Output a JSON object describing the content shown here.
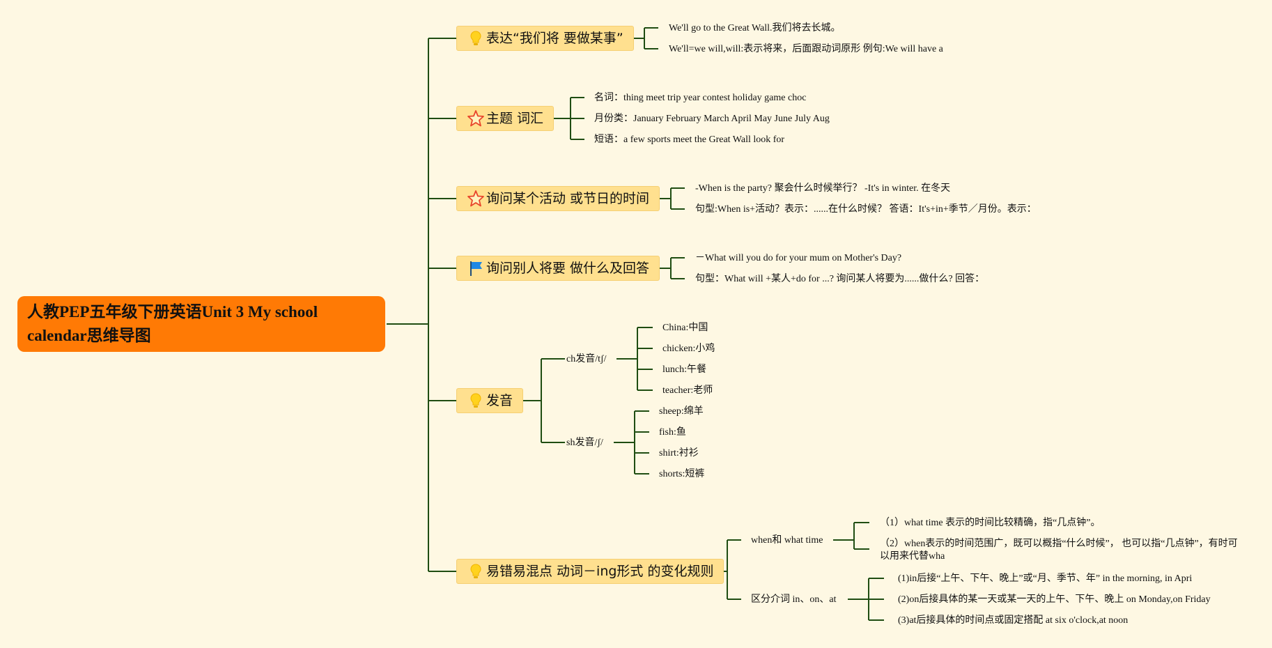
{
  "root": {
    "title": "人教PEP五年级下册英语Unit 3 My school calendar思维导图"
  },
  "colors": {
    "background": "#fef8e3",
    "root_fill": "#ff7a05",
    "topic_fill": "#ffe08f",
    "line": "#1f4d12"
  },
  "topics": [
    {
      "icon": "lightbulb-icon",
      "label": "表达“我们将 要做某事”",
      "leaves": [
        "We'll go to the Great Wall.我们将去长城。",
        "We'll=we will,will:表示将来，后面跟动词原形 例句:We will have a"
      ]
    },
    {
      "icon": "star-icon",
      "label": "主题 词汇",
      "leaves": [
        "名词：thing meet trip year contest holiday game choc",
        "月份类：January February March April May June July Aug",
        "短语：a few sports meet the Great Wall look for"
      ]
    },
    {
      "icon": "star-icon",
      "label": "询问某个活动 或节日的时间",
      "leaves": [
        "-When is the party? 聚会什么时候举行？ -It's in winter. 在冬天",
        "句型:When is+活动？表示：......在什么时候？ 答语：It's+in+季节／月份。表示："
      ]
    },
    {
      "icon": "flag-icon",
      "label": "询问别人将要 做什么及回答",
      "leaves": [
        "－What will you do for your mum on Mother's Day?",
        "句型：What will +某人+do for ...? 询问某人将要为......做什么? 回答："
      ]
    },
    {
      "icon": "lightbulb-icon",
      "label": "发音",
      "groups": [
        {
          "label": "ch发音/tʃ/",
          "leaves": [
            "China:中国",
            "chicken:小鸡",
            "lunch:午餐",
            "teacher:老师"
          ]
        },
        {
          "label": "sh发音/ʃ/",
          "leaves": [
            "sheep:绵羊",
            "fish:鱼",
            "shirt:衬衫",
            "shorts:短裤"
          ]
        }
      ]
    },
    {
      "icon": "lightbulb-icon",
      "label": "易错易混点 动词－ing形式 的变化规则",
      "groups": [
        {
          "label": "when和 what time",
          "leaves": [
            "（1）what time 表示的时间比较精确，指“几点钟”。",
            "（2）when表示的时间范围广，既可以概指“什么时候”， 也可以指“几点钟”，有时可以用来代替wha"
          ]
        },
        {
          "label": "区分介词 in、on、at",
          "leaves": [
            "(1)in后接“上午、下午、晚上”或“月、季节、年” in the morning, in Apri",
            "(2)on后接具体的某一天或某一天的上午、下午、晚上 on Monday,on Friday",
            "(3)at后接具体的时间点或固定搭配 at six o'clock,at noon"
          ]
        }
      ]
    }
  ]
}
